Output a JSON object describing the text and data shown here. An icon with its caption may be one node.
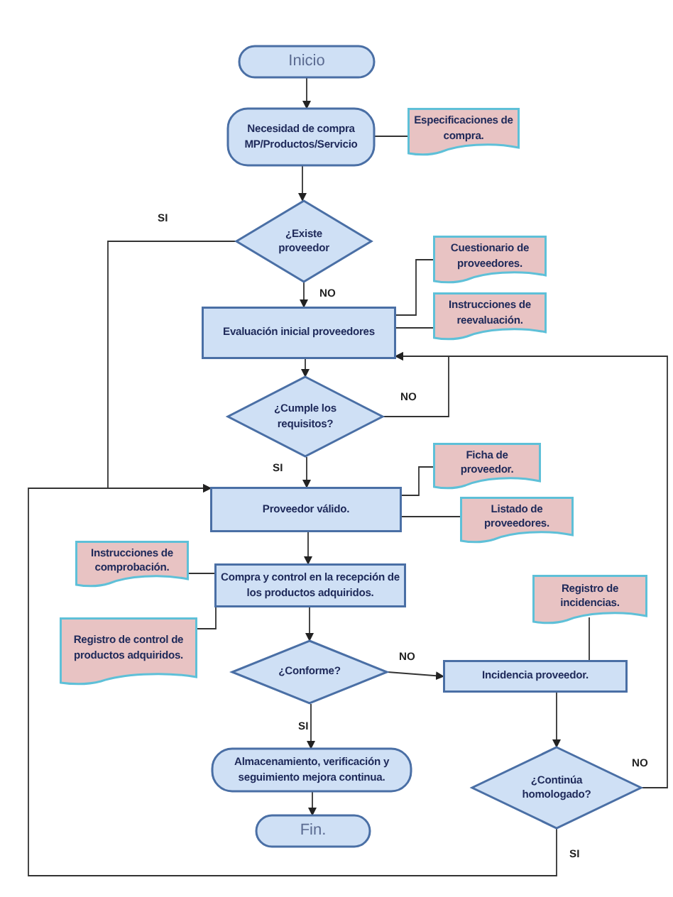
{
  "diagram": {
    "nodes": [
      {
        "text": [
          "Inicio"
        ]
      },
      {
        "text": [
          "Necesidad de compra MP/Productos/Servicio"
        ]
      },
      {
        "text": [
          "Especificaciones de compra."
        ]
      },
      {
        "text": [
          "¿Existe proveedor"
        ]
      },
      {
        "text": [
          "Cuestionario de proveedores."
        ]
      },
      {
        "text": [
          "Instrucciones de reevaluación."
        ]
      },
      {
        "text": [
          "Evaluación inicial proveedores"
        ]
      },
      {
        "text": [
          "¿Cumple los requisitos?"
        ]
      },
      {
        "text": [
          "Ficha de proveedor."
        ]
      },
      {
        "text": [
          "Listado de proveedores."
        ]
      },
      {
        "text": [
          "Proveedor válido."
        ]
      },
      {
        "text": [
          "Instrucciones de comprobación."
        ]
      },
      {
        "text": [
          "Compra y control en la recepción de los productos adquiridos."
        ]
      },
      {
        "text": [
          "Registro de control de productos adquiridos."
        ]
      },
      {
        "text": [
          "Registro de incidencias."
        ]
      },
      {
        "text": [
          "¿Conforme?"
        ]
      },
      {
        "text": [
          "Incidencia proveedor."
        ]
      },
      {
        "text": [
          "Almacenamiento, verificación y seguimiento mejora continua."
        ]
      },
      {
        "text": [
          "¿Continúa homologado?"
        ]
      },
      {
        "text": [
          "Fin."
        ]
      }
    ],
    "edges": [
      {
        "from": 0,
        "to": 1,
        "arrow": "to"
      },
      {
        "from": 1,
        "to": 2,
        "arrow": "none"
      },
      {
        "from": 1,
        "to": 3,
        "arrow": "to"
      },
      {
        "from": 3,
        "to": 10,
        "arrow": "to",
        "label": "SI"
      },
      {
        "from": 3,
        "to": 6,
        "arrow": "to",
        "label": "NO"
      },
      {
        "from": 6,
        "to": 4,
        "arrow": "none"
      },
      {
        "from": 6,
        "to": 5,
        "arrow": "none"
      },
      {
        "from": 6,
        "to": 7,
        "arrow": "to"
      },
      {
        "from": 7,
        "to": 6,
        "arrow": "to",
        "label": "NO"
      },
      {
        "from": 7,
        "to": 10,
        "arrow": "to",
        "label": "SI"
      },
      {
        "from": 10,
        "to": 8,
        "arrow": "none"
      },
      {
        "from": 10,
        "to": 9,
        "arrow": "none"
      },
      {
        "from": 10,
        "to": 12,
        "arrow": "to"
      },
      {
        "from": 12,
        "to": 11,
        "arrow": "none"
      },
      {
        "from": 12,
        "to": 13,
        "arrow": "none"
      },
      {
        "from": 12,
        "to": 15,
        "arrow": "to"
      },
      {
        "from": 15,
        "to": 16,
        "arrow": "to",
        "label": "NO"
      },
      {
        "from": 15,
        "to": 17,
        "arrow": "to",
        "label": "SI"
      },
      {
        "from": 14,
        "to": 16,
        "arrow": "none"
      },
      {
        "from": 16,
        "to": 18,
        "arrow": "to"
      },
      {
        "from": 18,
        "to": 6,
        "arrow": "to",
        "label": "NO"
      },
      {
        "from": 18,
        "to": 10,
        "arrow": "to",
        "label": "SI"
      },
      {
        "from": 17,
        "to": 19,
        "arrow": "to"
      }
    ]
  }
}
